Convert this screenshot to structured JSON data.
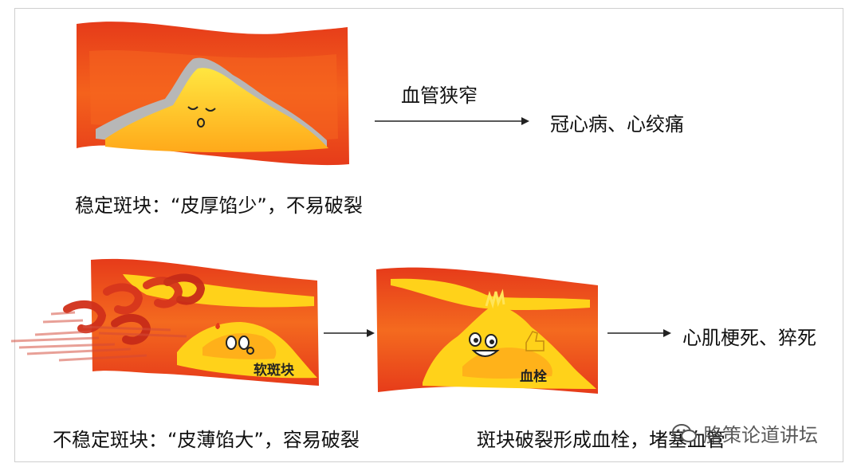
{
  "top": {
    "arrow_label": "血管狭窄",
    "result": "冠心病、心绞痛",
    "caption": "稳定斑块：“皮厚馅少”，不易破裂"
  },
  "bottom": {
    "soft_plaque_label": "软斑块",
    "thrombus_label": "血栓",
    "result": "心肌梗死、猝死",
    "caption_left": "不稳定斑块：“皮薄馅大”，容易破裂",
    "caption_right": "斑块破裂形成血栓，堵塞血管"
  },
  "watermark": {
    "text": "胳策论道讲坛",
    "icon": "wechat-icon"
  },
  "colors": {
    "vessel_red": "#e8401c",
    "vessel_orange": "#f36a1e",
    "plaque_yellow": "#ffd21a",
    "plaque_orange": "#ffa81a",
    "fibrous_gray": "#b9b9b9"
  }
}
